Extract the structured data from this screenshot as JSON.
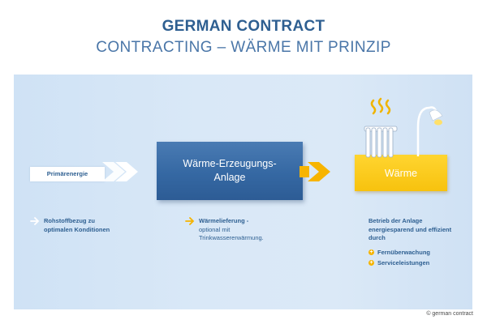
{
  "header": {
    "title": "GERMAN CONTRACT",
    "subtitle": "CONTRACTING – WÄRME MIT PRINZIP"
  },
  "diagram": {
    "input_label": "Primärenergie",
    "process_label": "Wärme-Erzeugungs-Anlage",
    "output_label": "Wärme",
    "icons": [
      "radiator-icon",
      "heat-wave-icon",
      "lamp-icon"
    ]
  },
  "notes": {
    "input": "Rohstoffbezug zu optimalen Konditionen",
    "process_title": "Wärmelieferung -",
    "process_sub": "optional mit Trinkwassererwärmung.",
    "output": "Betrieb der Anlage energiesparend und effizient durch",
    "bullets": [
      "Fernüberwachung",
      "Serviceleistungen"
    ]
  },
  "footer": {
    "copyright": "© german contract"
  },
  "colors": {
    "brand_blue": "#2e5f91",
    "box_blue": "#3568a3",
    "accent_yellow": "#f7c20e",
    "panel": "#d9e8f7"
  }
}
